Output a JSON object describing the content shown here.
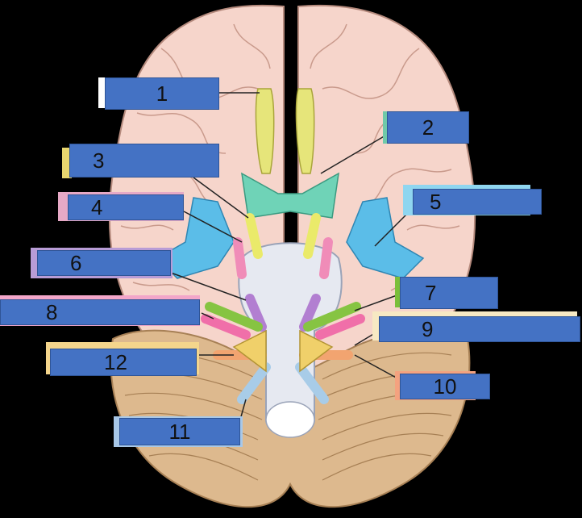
{
  "diagram": {
    "structure_colors": {
      "brain": "#f6d5cb",
      "brain_outline": "#b58a7d",
      "brainstem": "#e6e9f1",
      "cerebellum": "#ddb98e",
      "olfactory": "#e6e57a",
      "optic_chiasm": "#6fd3b7",
      "vessels": "#5bbde8"
    },
    "labels": [
      {
        "id": "1",
        "text": "1",
        "tab_color": "#ffffff"
      },
      {
        "id": "2",
        "text": "2",
        "tab_color": "#6fc9a9"
      },
      {
        "id": "3",
        "text": "3",
        "tab_color": "#e8d66f"
      },
      {
        "id": "4",
        "text": "4",
        "tab_color": "#e6a9c6"
      },
      {
        "id": "5",
        "text": "5",
        "tab_color": "#8fd6f0"
      },
      {
        "id": "6",
        "text": "6",
        "tab_color": "#b89cd6"
      },
      {
        "id": "7",
        "text": "7",
        "tab_color": "#7bbf3a"
      },
      {
        "id": "8",
        "text": "8",
        "tab_color": "#f2a6c9"
      },
      {
        "id": "9",
        "text": "9",
        "tab_color": "#f7e9c3"
      },
      {
        "id": "10",
        "text": "10",
        "tab_color": "#f4a27f"
      },
      {
        "id": "11",
        "text": "11",
        "tab_color": "#a8c8e8"
      },
      {
        "id": "12",
        "text": "12",
        "tab_color": "#f4d58c"
      }
    ]
  }
}
